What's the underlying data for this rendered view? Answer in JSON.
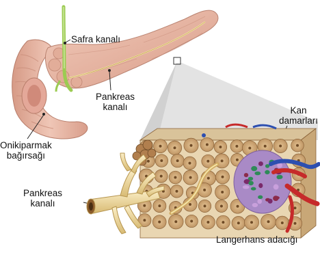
{
  "labels": {
    "safra_kanali": "Safra kanalı",
    "pankreas_kanali_top": {
      "line1": "Pankreas",
      "line2": "kanalı"
    },
    "kan_damarlari": {
      "line1": "Kan",
      "line2": "damarları"
    },
    "onikiparmak_bagirsagi": {
      "line1": "Onikiparmak",
      "line2": "bağırsağı"
    },
    "pankreas_kanali_bottom": {
      "line1": "Pankreas",
      "line2": "kanalı"
    },
    "langerhans_adacigi": "Langerhans adacığı"
  },
  "colors": {
    "pancreas_fill": "#e9b9a6",
    "pancreas_shade": "#c98d7a",
    "duodenum_fill": "#e7b7a7",
    "bile_duct": "#9ccb52",
    "duct_fill": "#f2dca0",
    "acinus_fill": "#cfa877",
    "acinus_edge": "#8a6238",
    "islet_fill": "#a98ac6",
    "vessel_red": "#c62a2a",
    "vessel_blue": "#2d4fb0",
    "magnifier_fill": "#d9d9d9"
  }
}
